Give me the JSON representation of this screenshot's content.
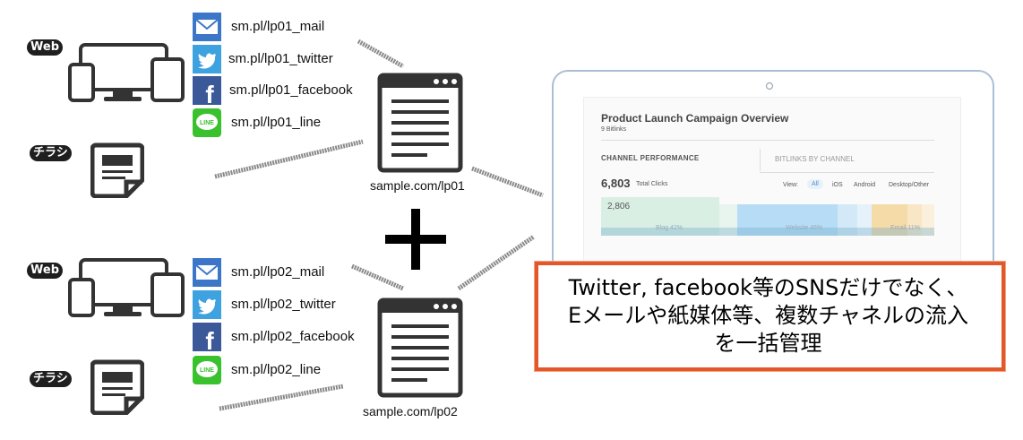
{
  "groups": [
    {
      "web_label": "Web",
      "flyer_label": "チラシ",
      "links": [
        {
          "icon": "mail-icon",
          "text": "sm.pl/lp01_mail"
        },
        {
          "icon": "twitter-icon",
          "text": "sm.pl/lp01_twitter"
        },
        {
          "icon": "facebook-icon",
          "text": "sm.pl/lp01_facebook"
        },
        {
          "icon": "line-icon",
          "text": "sm.pl/lp01_line"
        }
      ],
      "page_caption": "sample.com/lp01"
    },
    {
      "web_label": "Web",
      "flyer_label": "チラシ",
      "links": [
        {
          "icon": "mail-icon",
          "text": "sm.pl/lp02_mail"
        },
        {
          "icon": "twitter-icon",
          "text": "sm.pl/lp02_twitter"
        },
        {
          "icon": "facebook-icon",
          "text": "sm.pl/lp02_facebook"
        },
        {
          "icon": "line-icon",
          "text": "sm.pl/lp02_line"
        }
      ],
      "page_caption": "sample.com/lp02"
    }
  ],
  "icon_text": {
    "facebook": "f",
    "line": "LINE"
  },
  "dashboard": {
    "title": "Product Launch Campaign Overview",
    "subtitle": "9 Bitlinks",
    "channel_performance": "CHANNEL PERFORMANCE",
    "bitlinks_by_channel": "BITLINKS BY CHANNEL",
    "total_clicks_value": "6,803",
    "total_clicks_label": "Total Clicks",
    "view_label": "View:",
    "view_options": [
      "All",
      "iOS",
      "Android",
      "Desktop/Other"
    ],
    "bar_value": "2,806",
    "segment_labels": [
      "Blog 42%",
      "Website 46%",
      "Email 11%"
    ],
    "colors": {
      "blog": "#d9efe4",
      "website": "#b7dcf5",
      "email": "#f5dba8"
    }
  },
  "callout": {
    "lines": [
      "Twitter, facebook等のSNSだけでなく、",
      "Eメールや紙媒体等、複数チャネルの流入",
      "を一括管理"
    ],
    "border_color": "#e2582a"
  },
  "plus_symbol": "+"
}
